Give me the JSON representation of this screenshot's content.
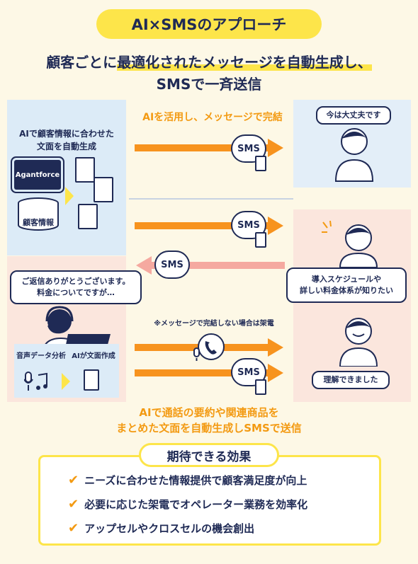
{
  "title": "AI×SMSのアプローチ",
  "headline": {
    "line1_pre": "顧客ごとに",
    "line1_mark": "最適化されたメッセージを自動生成し、",
    "line2": "SMSで一斉送信"
  },
  "top_section": {
    "caption": "AIを活用し、メッセージで完結",
    "left_label_line1": "AIで顧客情報に合わせた",
    "left_label_line2": "文面を自動生成",
    "chip_label": "Agantforce",
    "db_label": "顧客情報",
    "sms_label": "SMS",
    "customer_speech": "今は大丈夫です"
  },
  "bottom_section": {
    "sms_label": "SMS",
    "reply_sms_label": "SMS",
    "customer_request_line1": "導入スケジュールや",
    "customer_request_line2": "詳しい料金体系が知りたい",
    "operator_speech_line1": "ご返信ありがとうございます。",
    "operator_speech_line2": "料金についてですが…",
    "call_note": "※メッセージで完結しない場合は架電",
    "voice_label": "音声データ分析",
    "ai_doc_label": "AIが文面作成",
    "customer_speech2": "理解できました",
    "caption_line1": "AIで通話の要約や関連商品を",
    "caption_line2": "まとめた文面を自動生成しSMSで送信"
  },
  "effects": {
    "title": "期待できる効果",
    "items": [
      "ニーズに合わせた情報提供で顧客満足度が向上",
      "必要に応じた架電でオペレーター業務を効率化",
      "アップセルやクロスセルの機会創出"
    ]
  },
  "colors": {
    "navy": "#1f2a55",
    "yellow": "#fde54a",
    "orange": "#f39a12",
    "blue_panel": "#dcebf7",
    "pink_panel": "#fbe6dd"
  }
}
